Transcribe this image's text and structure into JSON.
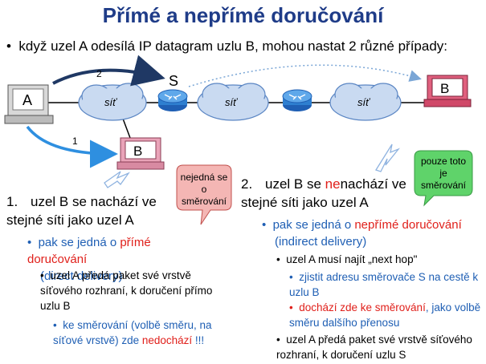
{
  "title": "Přímé a nepřímé doručování",
  "intro": "když uzel A odesílá IP datagram uzlu B, mohou nastat 2 různé případy:",
  "diagram": {
    "host_a": "A",
    "host_b_local": "B",
    "host_b_remote": "B",
    "router_label": "S",
    "net1": "síť",
    "net2": "síť",
    "net3": "síť",
    "arrow1_label": "1",
    "arrow2_label": "2"
  },
  "callouts": {
    "left": "nejedná se o směrování",
    "right": "pouze toto je směrování"
  },
  "case1": {
    "number": "1.",
    "heading": "uzel B se nachází ve stejné síti jako uzel A",
    "sub_prefix": "pak se jedná o ",
    "sub_red": "přímé doručování",
    "sub_suffix": "(direct delivery)",
    "item1": "uzel A předá paket své vrstvě síťového rozhraní, k doručení přímo uzlu B",
    "item2_prefix": "ke směrování (volbě směru, na síťové vrstvě) zde ",
    "item2_red": "nedochází",
    "item2_suffix": " !!!"
  },
  "case2": {
    "number": "2.",
    "heading_prefix": "uzel B se ",
    "heading_red": "ne",
    "heading_suffix": "nachází ve stejné síti jako uzel A",
    "sub_prefix": "pak se jedná o ",
    "sub_red": "nepřímé doručování",
    "sub_suffix": "(indirect delivery)",
    "item1": "uzel A musí najít „next hop\"",
    "item1a": "zjistit adresu směrovače S na cestě k uzlu B",
    "item1b_red": "dochází zde ke směrování",
    "item1b_suffix": ", jako volbě směru dalšího přenosu",
    "item2": "uzel A předá paket své vrstvě síťového rozhraní, k doručení uzlu S"
  }
}
